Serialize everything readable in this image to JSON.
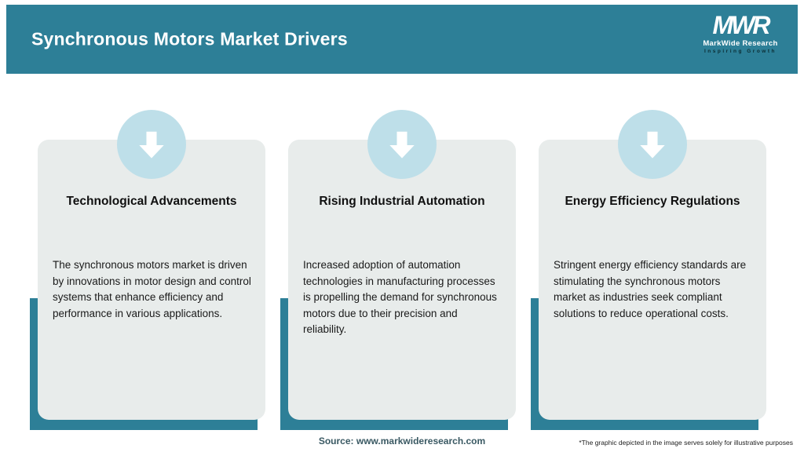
{
  "header": {
    "title": "Synchronous Motors Market Drivers",
    "logo": {
      "text": "MWR",
      "subtitle": "MarkWide Research",
      "tagline": "Inspiring Growth"
    }
  },
  "cards": [
    {
      "title": "Technological Advancements",
      "body": "The synchronous motors market is driven by innovations in motor design and control systems that enhance efficiency and performance in various applications."
    },
    {
      "title": "Rising Industrial Automation",
      "body": "Increased adoption of automation technologies in manufacturing processes is propelling the demand for synchronous motors due to their precision and reliability."
    },
    {
      "title": "Energy Efficiency Regulations",
      "body": "Stringent energy efficiency standards are stimulating the synchronous motors market as industries seek compliant solutions to reduce operational costs."
    }
  ],
  "footer": {
    "source": "Source: www.markwideresearch.com",
    "disclaimer": "*The graphic depicted in the image serves solely for illustrative purposes"
  },
  "icons": [
    {
      "name": "down-arrow-icon"
    }
  ],
  "colors": {
    "teal": "#2d7f97",
    "card_bg": "#e8eceb",
    "circle": "#bedfe9",
    "arrow": "#ffffff"
  }
}
